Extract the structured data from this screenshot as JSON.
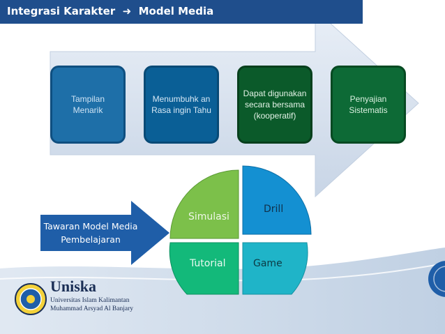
{
  "header": {
    "title": "Integrasi Karakter",
    "arrow_icon": "arrow-right-icon",
    "title_suffix": "Model Media"
  },
  "process_boxes": [
    {
      "label": "Tampilan Menarik"
    },
    {
      "label": "Menumbuhk an Rasa ingin Tahu"
    },
    {
      "label": "Dapat digunakan secara bersama (kooperatif)"
    },
    {
      "label": "Penyajian Sistematis"
    }
  ],
  "side_arrow": {
    "label": "Tawaran Model Media Pembelajaran"
  },
  "quadrants": [
    {
      "label": "Simulasi",
      "color": "#7cc04a"
    },
    {
      "label": "Drill",
      "color": "#1490d2"
    },
    {
      "label": "Tutorial",
      "color": "#13b97a"
    },
    {
      "label": "Game",
      "color": "#1fb4c8"
    }
  ],
  "logo": {
    "name": "Uniska",
    "line1": "Universitas Islam Kalimantan",
    "line2": "Muhammad Arsyad Al Banjary"
  },
  "colors": {
    "title_bar": "#1f4e8c",
    "big_arrow": "#d9e3f0",
    "side_arrow": "#1f5ea8",
    "footer_wave": "#cdd9e8"
  }
}
